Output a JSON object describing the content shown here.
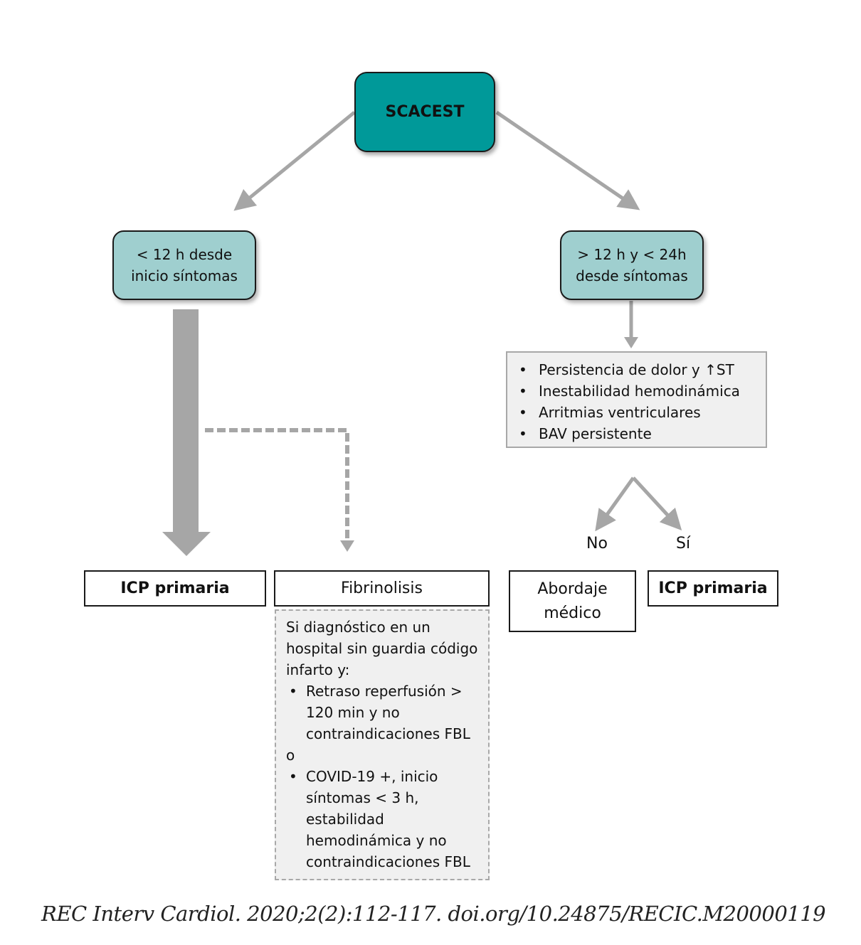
{
  "root": {
    "label": "SCACEST",
    "color": "#009999"
  },
  "branches": {
    "left": {
      "condition_lines": [
        "< 12 h desde",
        "inicio síntomas"
      ]
    },
    "right": {
      "condition_lines": [
        "> 12 h y < 24h",
        "desde síntomas"
      ]
    }
  },
  "criteria": {
    "items": [
      "Persistencia de dolor y ↑ST",
      "Inestabilidad hemodinámica",
      "Arritmias ventriculares",
      "BAV persistente"
    ]
  },
  "decision": {
    "no_label": "No",
    "yes_label": "Sí"
  },
  "outcomes": {
    "icp_left": "ICP primaria",
    "fibrinolisis": "Fibrinolisis",
    "abordaje_lines": [
      "Abordaje",
      "médico"
    ],
    "icp_right": "ICP primaria"
  },
  "fibrinolisis_note": {
    "intro": "Si diagnóstico en un hospital sin guardia código infarto y:",
    "item1": "Retraso reperfusión > 120 min y no contraindicaciones FBL",
    "connector": "o",
    "item2": "COVID-19 +, inicio síntomas < 3 h, estabilidad hemodinámica y no contraindicaciones FBL"
  },
  "citation": "REC Interv Cardiol. 2020;2(2):112-117. doi.org/10.24875/RECIC.M20000119",
  "colors": {
    "arrow": "#a6a6a6",
    "condition_fill": "#9fcfcf",
    "box_fill": "#f0f0f0"
  }
}
